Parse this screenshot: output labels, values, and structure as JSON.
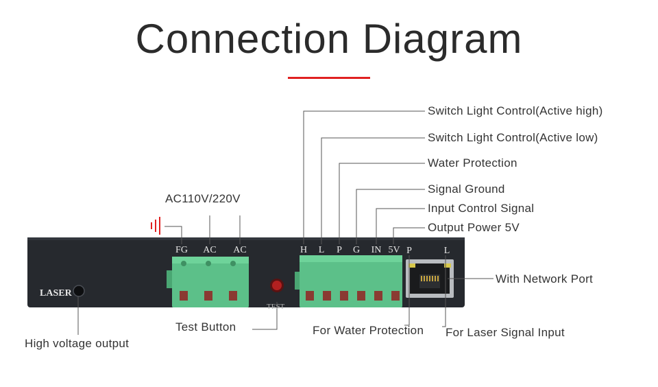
{
  "title": "Connection Diagram",
  "colors": {
    "accent": "#e02020",
    "panel": "#26292e",
    "terminal": "#5cc089",
    "line": "#555555"
  },
  "labels": {
    "switch_high": "Switch Light Control(Active high)",
    "switch_low": "Switch Light Control(Active low)",
    "water_protection": "Water Protection",
    "signal_ground": "Signal Ground",
    "input_control": "Input Control Signal",
    "output_power": "Output Power 5V",
    "ac_input": "AC110V/220V",
    "network_port": "With Network Port",
    "test_button": "Test Button",
    "high_voltage": "High voltage output",
    "for_water": "For Water Protection",
    "for_laser": "For Laser Signal Input"
  },
  "panel": {
    "laser": "LASER",
    "test": "TEST",
    "power_terminals": [
      "FG",
      "AC",
      "AC"
    ],
    "signal_terminals": [
      "H",
      "L",
      "P",
      "G",
      "IN",
      "5V"
    ],
    "port_leds": [
      "P",
      "L"
    ]
  },
  "icons": {
    "ground": "ground-symbol-icon",
    "network": "rj45-port-icon",
    "button": "test-button-icon"
  }
}
